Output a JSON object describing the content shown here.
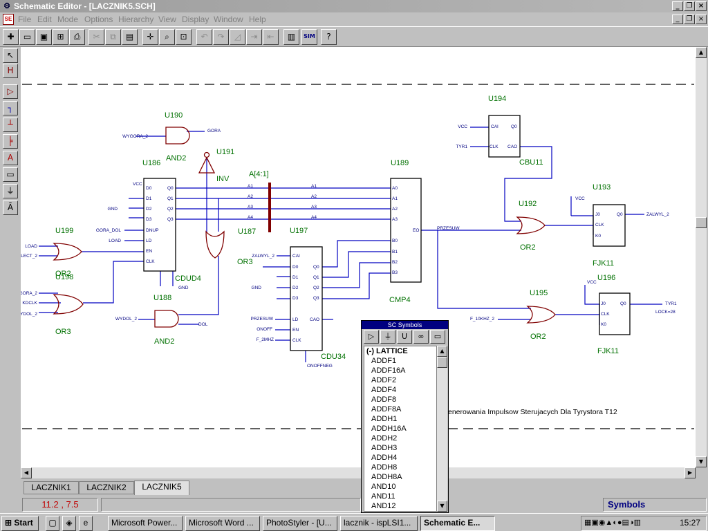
{
  "window": {
    "title": "Schematic Editor - [LACZNIK5.SCH]"
  },
  "menu": [
    "File",
    "Edit",
    "Mode",
    "Options",
    "Hierarchy",
    "View",
    "Display",
    "Window",
    "Help"
  ],
  "toolbar": {
    "sim_label": "SIM"
  },
  "schematic": {
    "component_labels": [
      {
        "text": "U190"
      },
      {
        "text": "AND2"
      },
      {
        "text": "U191"
      },
      {
        "text": "INV"
      },
      {
        "text": "U186"
      },
      {
        "text": "A[4:1]"
      },
      {
        "text": "U187"
      },
      {
        "text": "OR3"
      },
      {
        "text": "U197"
      },
      {
        "text": "U189"
      },
      {
        "text": "CMP4"
      },
      {
        "text": "U194"
      },
      {
        "text": "CBU11"
      },
      {
        "text": "U192"
      },
      {
        "text": "OR2"
      },
      {
        "text": "U193"
      },
      {
        "text": "FJK11"
      },
      {
        "text": "U199"
      },
      {
        "text": "OR2"
      },
      {
        "text": "U198"
      },
      {
        "text": "OR3"
      },
      {
        "text": "U188"
      },
      {
        "text": "CDUD4"
      },
      {
        "text": "AND2"
      },
      {
        "text": "CDU34"
      },
      {
        "text": "U195"
      },
      {
        "text": "OR2"
      },
      {
        "text": "U196"
      },
      {
        "text": "FJK11"
      }
    ],
    "net_labels": [
      {
        "text": "WYGORA_2"
      },
      {
        "text": "GORA"
      },
      {
        "text": "VCC"
      },
      {
        "text": "GND"
      },
      {
        "text": "GORA_DOL"
      },
      {
        "text": "LOAD"
      },
      {
        "text": "LOAD"
      },
      {
        "text": "LECT_2"
      },
      {
        "text": "GORA_2"
      },
      {
        "text": "KDCLK"
      },
      {
        "text": "WYDOL_2"
      },
      {
        "text": "WYDOL_2"
      },
      {
        "text": "DOL"
      },
      {
        "text": "GND"
      },
      {
        "text": "A1"
      },
      {
        "text": "A2"
      },
      {
        "text": "A3"
      },
      {
        "text": "A4"
      },
      {
        "text": "A1"
      },
      {
        "text": "A2"
      },
      {
        "text": "A3"
      },
      {
        "text": "A4"
      },
      {
        "text": "ZALWYL_2"
      },
      {
        "text": "GND"
      },
      {
        "text": "PRZESUW"
      },
      {
        "text": "ONOFF"
      },
      {
        "text": "F_2MHZ"
      },
      {
        "text": "ONOFFNEG"
      },
      {
        "text": "PRZESUW"
      },
      {
        "text": "VCC"
      },
      {
        "text": "TYR1"
      },
      {
        "text": "VCC"
      },
      {
        "text": "ZALWYL_2"
      },
      {
        "text": "F_10KHZ_2"
      },
      {
        "text": "VCC"
      },
      {
        "text": "TYR1"
      },
      {
        "text": "LOCK=28"
      }
    ],
    "pin_labels": [
      {
        "text": "D0"
      },
      {
        "text": "D1"
      },
      {
        "text": "D2"
      },
      {
        "text": "D3"
      },
      {
        "text": "DNUP"
      },
      {
        "text": "LD"
      },
      {
        "text": "EN"
      },
      {
        "text": "CLK"
      },
      {
        "text": "Q0"
      },
      {
        "text": "Q1"
      },
      {
        "text": "Q2"
      },
      {
        "text": "Q3"
      },
      {
        "text": "CAI"
      },
      {
        "text": "D0"
      },
      {
        "text": "D1"
      },
      {
        "text": "D2"
      },
      {
        "text": "D3"
      },
      {
        "text": "LD"
      },
      {
        "text": "EN"
      },
      {
        "text": "CLK"
      },
      {
        "text": "Q0"
      },
      {
        "text": "Q1"
      },
      {
        "text": "Q2"
      },
      {
        "text": "Q3"
      },
      {
        "text": "CAO"
      },
      {
        "text": "A0"
      },
      {
        "text": "A1"
      },
      {
        "text": "A2"
      },
      {
        "text": "A3"
      },
      {
        "text": "B0"
      },
      {
        "text": "B1"
      },
      {
        "text": "B2"
      },
      {
        "text": "B3"
      },
      {
        "text": "EO"
      },
      {
        "text": "CAI"
      },
      {
        "text": "Q0"
      },
      {
        "text": "CLK"
      },
      {
        "text": "CAO"
      },
      {
        "text": "J0"
      },
      {
        "text": "Q0"
      },
      {
        "text": "CLK"
      },
      {
        "text": "K0"
      },
      {
        "text": "J0"
      },
      {
        "text": "Q0"
      },
      {
        "text": "CLK"
      },
      {
        "text": "K0"
      }
    ],
    "title_text": "enerowania Impulsow Sterujacych Dla Tyrystora T12"
  },
  "tabs": [
    {
      "label": "LACZNIK1"
    },
    {
      "label": "LACZNIK2"
    },
    {
      "label": "LACZNIK5",
      "active": true
    }
  ],
  "status": {
    "coords": "11.2 ,   7.5",
    "panel": "Symbols"
  },
  "symbols_window": {
    "title": "SC Symbols",
    "library": "(-) LATTICE",
    "items": [
      "ADDF1",
      "ADDF16A",
      "ADDF2",
      "ADDF4",
      "ADDF8",
      "ADDF8A",
      "ADDH1",
      "ADDH16A",
      "ADDH2",
      "ADDH3",
      "ADDH4",
      "ADDH8",
      "ADDH8A",
      "AND10",
      "AND11",
      "AND12"
    ]
  },
  "taskbar": {
    "start": "Start",
    "tasks": [
      "Microsoft Power...",
      "Microsoft Word ...",
      "PhotoStyler - [U...",
      "lacznik - ispLSI1...",
      "Schematic E..."
    ],
    "active_task": 4,
    "clock": "15:27"
  },
  "colors": {
    "wire": "#0000c0",
    "symbol": "#800000",
    "label": "#007000",
    "title_bar": "#000080"
  }
}
